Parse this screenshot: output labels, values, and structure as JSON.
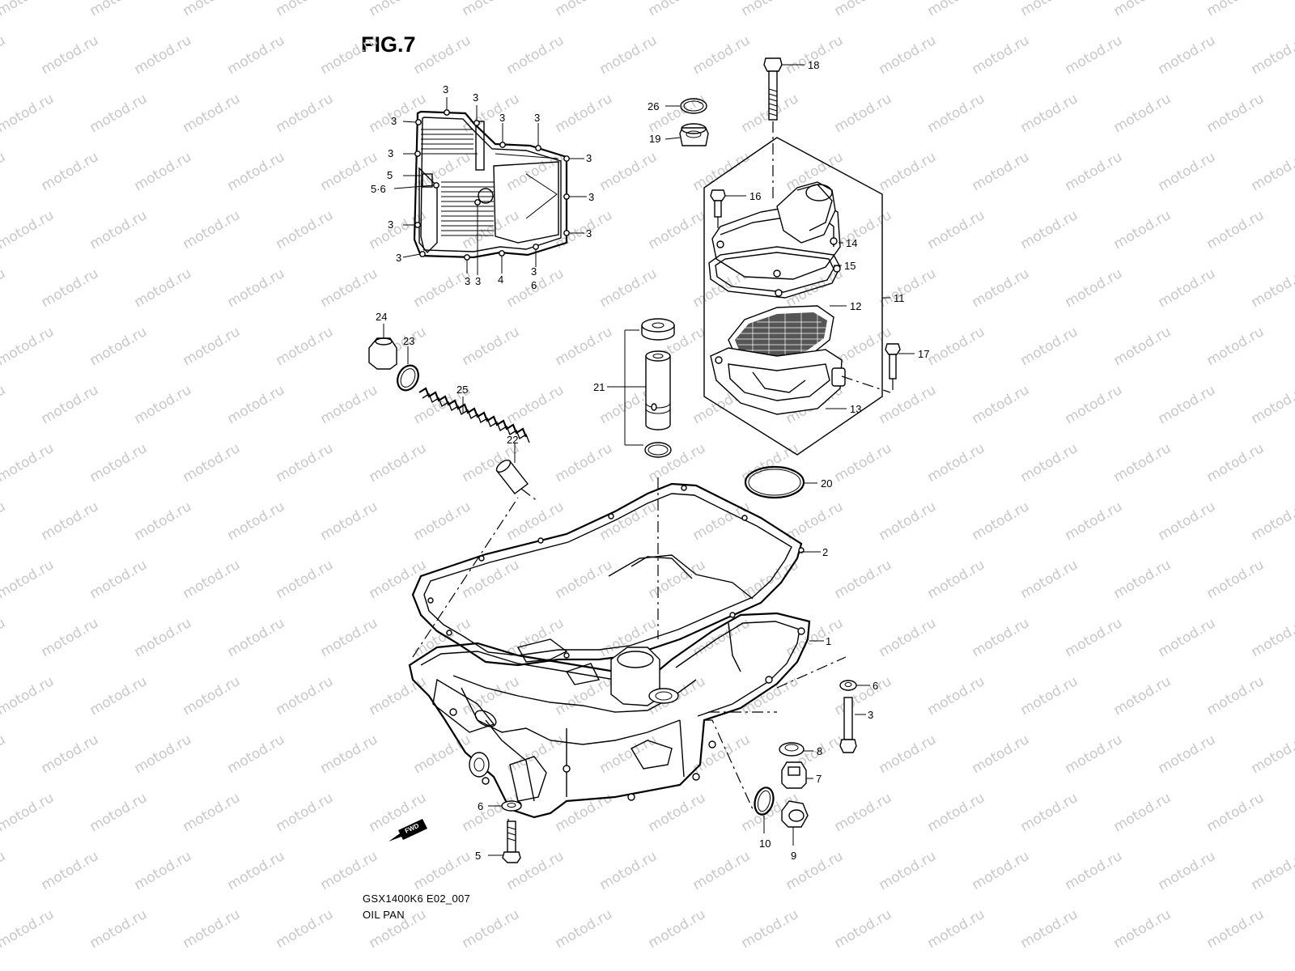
{
  "figure": {
    "title": "FIG.7",
    "model_code": "GSX1400K6 E02_007",
    "section_name": "OIL PAN",
    "watermark_text": "motod.ru",
    "fwd_label": "FWD"
  },
  "colors": {
    "line": "#000000",
    "background": "#ffffff",
    "watermark": "#c8c8c8"
  },
  "inset_callouts": [
    "3",
    "3",
    "3",
    "3",
    "3",
    "3",
    "3",
    "3",
    "5",
    "5·6",
    "3",
    "3",
    "3",
    "3",
    "4",
    "3",
    "3",
    "6"
  ],
  "main_callouts": [
    "1",
    "2",
    "3",
    "5",
    "6",
    "6",
    "7",
    "8",
    "9",
    "10",
    "11",
    "12",
    "13",
    "14",
    "15",
    "16",
    "17",
    "18",
    "19",
    "20",
    "21",
    "22",
    "23",
    "24",
    "25",
    "26"
  ]
}
